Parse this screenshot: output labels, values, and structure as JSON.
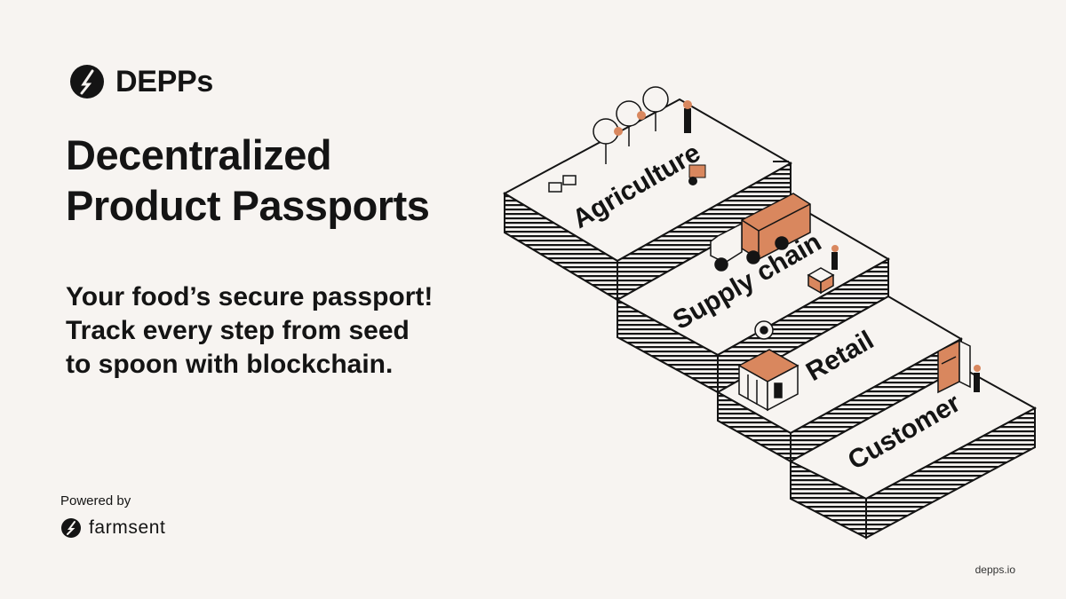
{
  "brand": {
    "name": "DEPPs",
    "logo_icon": "depps-logo-icon"
  },
  "headline": {
    "line1": "Decentralized",
    "line2": "Product Passports"
  },
  "tagline": {
    "line1": "Your food’s secure passport!",
    "line2": "Track every step from seed",
    "line3": "to spoon with blockchain."
  },
  "powered_by": {
    "label": "Powered by",
    "partner": "farmsent",
    "logo_icon": "farmsent-logo-icon"
  },
  "steps": [
    "Agriculture",
    "Supply chain",
    "Retail",
    "Customer"
  ],
  "site": "depps.io",
  "colors": {
    "accent": "#d9875e",
    "ink": "#141414",
    "background": "#f7f4f1"
  }
}
